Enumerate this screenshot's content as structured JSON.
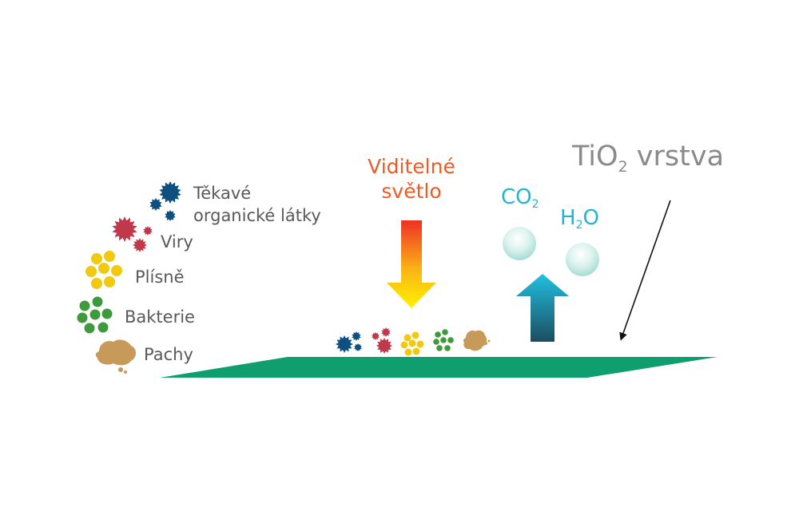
{
  "legend": {
    "voc_line1": "Těkavé",
    "voc_line2": "organické látky",
    "viruses": "Viry",
    "molds": "Plísně",
    "bacteria": "Bakterie",
    "odors": "Pachy"
  },
  "light": {
    "line1": "Viditelné",
    "line2": "světlo"
  },
  "products": {
    "co2_base": "CO",
    "co2_sub": "2",
    "h2o_h": "H",
    "h2o_sub": "2",
    "h2o_o": "O"
  },
  "layer": {
    "base": "TiO",
    "sub": "2",
    "rest": " vrstva"
  },
  "colors": {
    "voc": "#0d4f7e",
    "virus": "#c0394b",
    "mold": "#f2c811",
    "bacteria": "#3f9a3c",
    "odor": "#c89a5a",
    "surface": "#0f9e6e",
    "light_top": "#ee3124",
    "light_bottom": "#fff200",
    "product_arrow_top": "#22c0e2",
    "product_arrow_bottom": "#1b4d5e",
    "label_text": "#58595b",
    "light_text": "#f05a24",
    "molecule_text": "#1fb6d6",
    "layer_text": "#8a8a8a"
  }
}
